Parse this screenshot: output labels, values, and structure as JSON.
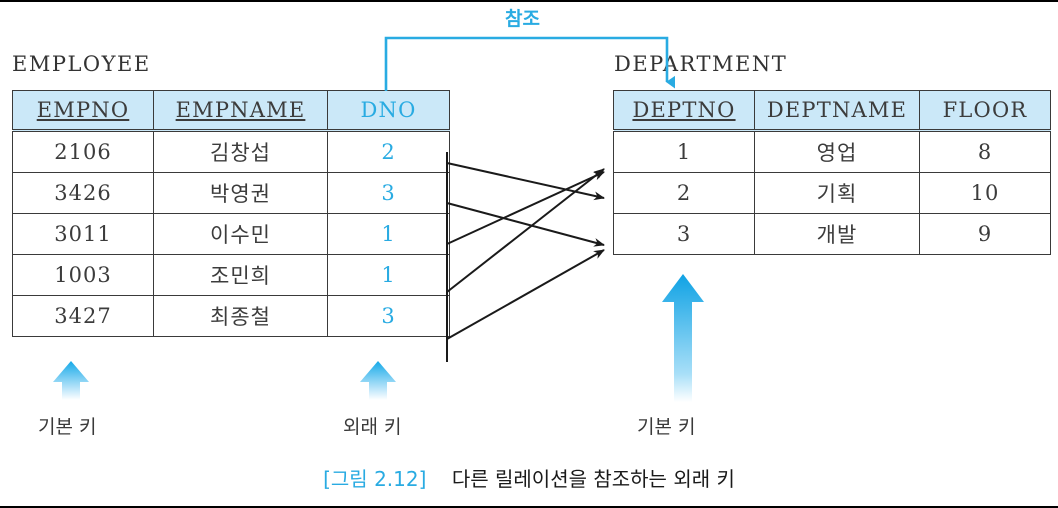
{
  "figure": {
    "number": "[그림 2.12]",
    "text": "다른 릴레이션을 참조하는 외래 키"
  },
  "reference_label": "참조",
  "colors": {
    "accent_blue": "#29abe2",
    "header_fill": "#cbe8f8",
    "border": "#3a3a3a",
    "text": "#3c3c3c"
  },
  "employee": {
    "title": "EMPLOYEE",
    "columns": [
      {
        "label": "EMPNO",
        "key": "primary"
      },
      {
        "label": "EMPNAME",
        "key": "none"
      },
      {
        "label": "DNO",
        "key": "foreign"
      }
    ],
    "rows": [
      {
        "empno": "2106",
        "empname": "김창섭",
        "dno": "2"
      },
      {
        "empno": "3426",
        "empname": "박영권",
        "dno": "3"
      },
      {
        "empno": "3011",
        "empname": "이수민",
        "dno": "1"
      },
      {
        "empno": "1003",
        "empname": "조민희",
        "dno": "1"
      },
      {
        "empno": "3427",
        "empname": "최종철",
        "dno": "3"
      }
    ],
    "primary_key_label": "기본 키",
    "foreign_key_label": "외래 키"
  },
  "department": {
    "title": "DEPARTMENT",
    "columns": [
      {
        "label": "DEPTNO",
        "key": "primary"
      },
      {
        "label": "DEPTNAME",
        "key": "none"
      },
      {
        "label": "FLOOR",
        "key": "none"
      }
    ],
    "rows": [
      {
        "deptno": "1",
        "deptname": "영업",
        "floor": "8"
      },
      {
        "deptno": "2",
        "deptname": "기획",
        "floor": "10"
      },
      {
        "deptno": "3",
        "deptname": "개발",
        "floor": "9"
      }
    ],
    "primary_key_label": "기본 키"
  },
  "references": [
    {
      "from_row": 0,
      "from_dno": "2",
      "to_deptno": "2"
    },
    {
      "from_row": 1,
      "from_dno": "3",
      "to_deptno": "3"
    },
    {
      "from_row": 2,
      "from_dno": "1",
      "to_deptno": "1"
    },
    {
      "from_row": 3,
      "from_dno": "1",
      "to_deptno": "1"
    },
    {
      "from_row": 4,
      "from_dno": "3",
      "to_deptno": "3"
    }
  ]
}
